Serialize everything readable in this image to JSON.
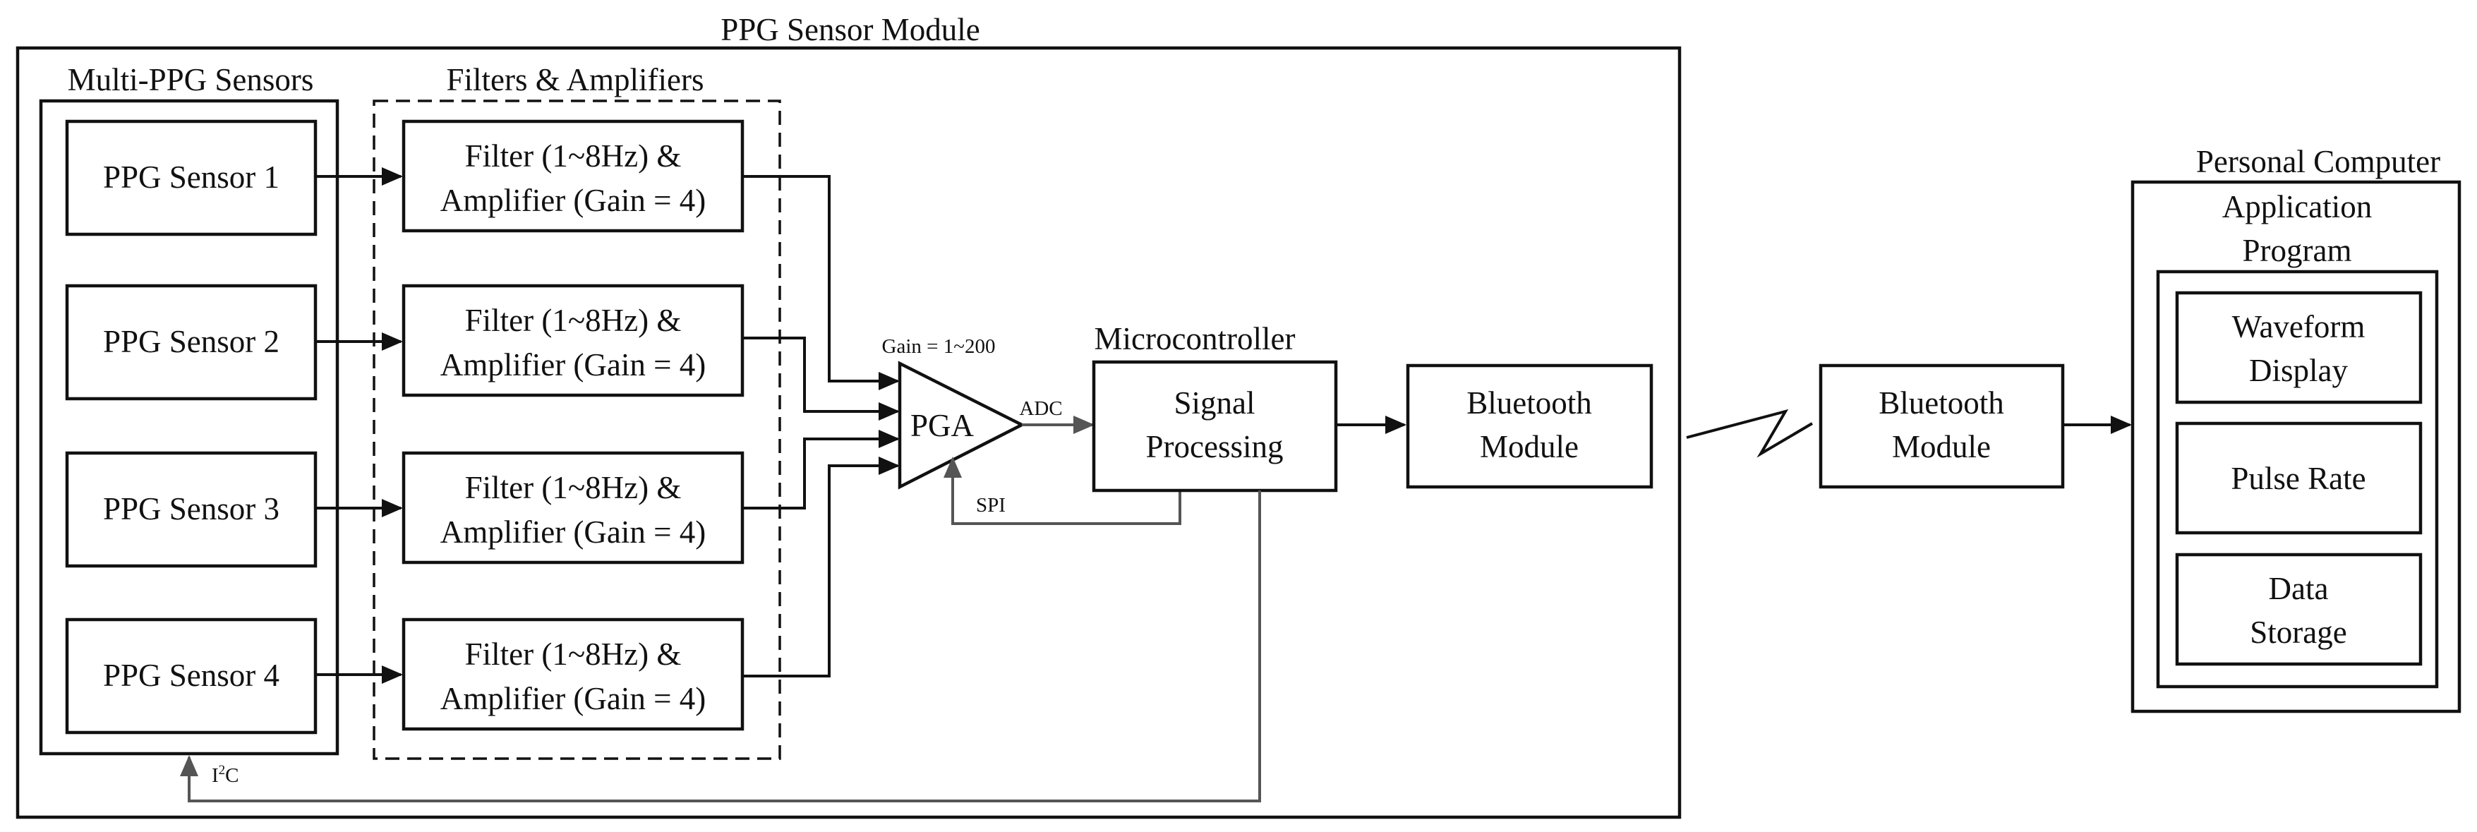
{
  "module": {
    "title": "PPG Sensor Module"
  },
  "sensors": {
    "title": "Multi-PPG Sensors",
    "items": [
      "PPG Sensor 1",
      "PPG Sensor 2",
      "PPG Sensor 3",
      "PPG Sensor 4"
    ]
  },
  "filters": {
    "title": "Filters & Amplifiers",
    "items": [
      {
        "line1": "Filter (1~8Hz) &",
        "line2": "Amplifier (Gain = 4)"
      },
      {
        "line1": "Filter (1~8Hz) &",
        "line2": "Amplifier (Gain = 4)"
      },
      {
        "line1": "Filter (1~8Hz) &",
        "line2": "Amplifier (Gain = 4)"
      },
      {
        "line1": "Filter (1~8Hz) &",
        "line2": "Amplifier (Gain = 4)"
      }
    ]
  },
  "pga": {
    "label": "PGA",
    "gain": "Gain = 1~200",
    "adc": "ADC",
    "spi": "SPI"
  },
  "microcontroller": {
    "title": "Microcontroller",
    "line1": "Signal",
    "line2": "Processing"
  },
  "bluetooth_local": {
    "line1": "Bluetooth",
    "line2": "Module"
  },
  "bluetooth_remote": {
    "line1": "Bluetooth",
    "line2": "Module"
  },
  "i2c": {
    "base": "I",
    "sup": "2",
    "end": "C"
  },
  "pc": {
    "title": "Personal Computer",
    "app_line1": "Application",
    "app_line2": "Program",
    "waveform_line1": "Waveform",
    "waveform_line2": "Display",
    "pulse_rate": "Pulse Rate",
    "data_line1": "Data",
    "data_line2": "Storage"
  },
  "colors": {
    "line": "#111111",
    "control_line": "#555555"
  }
}
